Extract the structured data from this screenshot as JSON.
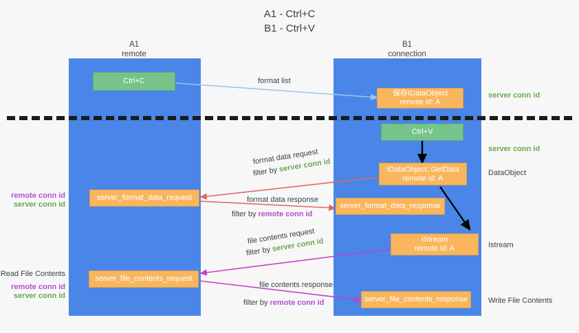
{
  "title": {
    "line1": "A1 - Ctrl+C",
    "line2": "B1 - Ctrl+V"
  },
  "columns": {
    "left": {
      "name": "A1",
      "role": "remote"
    },
    "right": {
      "name": "B1",
      "role": "connection"
    }
  },
  "colors": {
    "lane": "#4a86e8",
    "green_box": "#76c48a",
    "orange_box": "#f9b65d",
    "server_conn_id": "#6aa84f",
    "remote_conn_id": "#b34fd1",
    "arrow_blue": "#9fc5e8",
    "arrow_red": "#e06666",
    "arrow_magenta": "#c840c8",
    "arrow_black": "#000000",
    "divider": "#1b1b1b",
    "background": "#f7f7f7"
  },
  "boxes": {
    "ctrl_c": {
      "line1": "Ctrl+C"
    },
    "save_idataobject": {
      "line1": "保存IDataObject",
      "line2": "remote id: A"
    },
    "ctrl_v": {
      "line1": "Ctrl+V"
    },
    "getdata": {
      "line1": "IDataObject::GetData",
      "line2": "remote id: A"
    },
    "server_format_data_request": {
      "line1": "server_format_data_request"
    },
    "server_format_data_response": {
      "line1": "server_format_data_response"
    },
    "istream": {
      "line1": "IStream",
      "line2": "remote id: A"
    },
    "server_file_contents_request": {
      "line1": "server_file_contents_request"
    },
    "server_file_contents_response": {
      "line1": "server_file_contents_response"
    }
  },
  "edge_labels": {
    "format_list": "format list",
    "format_data_request": "format data request",
    "format_data_request_filter_prefix": "filter by ",
    "format_data_request_filter_value": "server conn id",
    "format_data_response": "format data response",
    "format_data_response_filter_prefix": "filter by ",
    "format_data_response_filter_value": "remote conn id",
    "file_contents_request": "file contents request",
    "file_contents_request_filter_prefix": "filter by ",
    "file_contents_request_filter_value": "server conn id",
    "file_contents_response": "file contents response",
    "file_contents_response_filter_prefix": "filter by ",
    "file_contents_response_filter_value": "remote conn id"
  },
  "right_annotations": {
    "server_conn_id_top": "server conn id",
    "server_conn_id_mid": "server conn id",
    "dataobject": "DataObject",
    "istream": "Istream",
    "write_file_contents": "Write File Contents"
  },
  "left_annotations": {
    "remote_conn_id_upper": "remote conn id",
    "server_conn_id_upper": "server conn id",
    "read_file_contents": "Read File Contents",
    "remote_conn_id_lower": "remote conn id",
    "server_conn_id_lower": "server conn id"
  }
}
